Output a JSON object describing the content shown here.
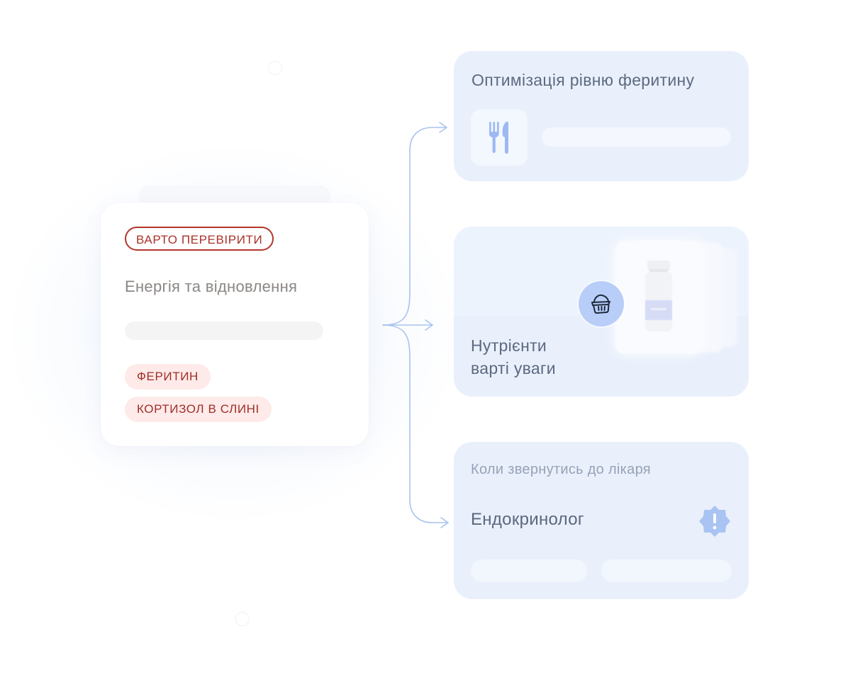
{
  "source_card": {
    "badge": "ВАРТО ПЕРЕВІРИТИ",
    "title": "Енергія та відновлення",
    "tags": [
      "ФЕРИТИН",
      "КОРТИЗОЛ В СЛИНІ"
    ]
  },
  "targets": {
    "diet": {
      "title": "Оптимізація рівню феритину",
      "icon": "fork-knife-icon"
    },
    "nutrients": {
      "title_lines": [
        "Нутрієнти",
        "варті уваги"
      ],
      "icon": "basket-icon",
      "image": "supplement-bottle-photo"
    },
    "doctor": {
      "subtitle": "Коли звернутись до лікаря",
      "title": "Ендокринолог",
      "icon": "alert-icon"
    }
  },
  "colors": {
    "badge_red": "#b2362b",
    "tag_bg": "#fdeae9",
    "card_blue": "#e9f0fc",
    "connector": "#a9c3ee",
    "icon_blue": "#9cb9f2"
  }
}
